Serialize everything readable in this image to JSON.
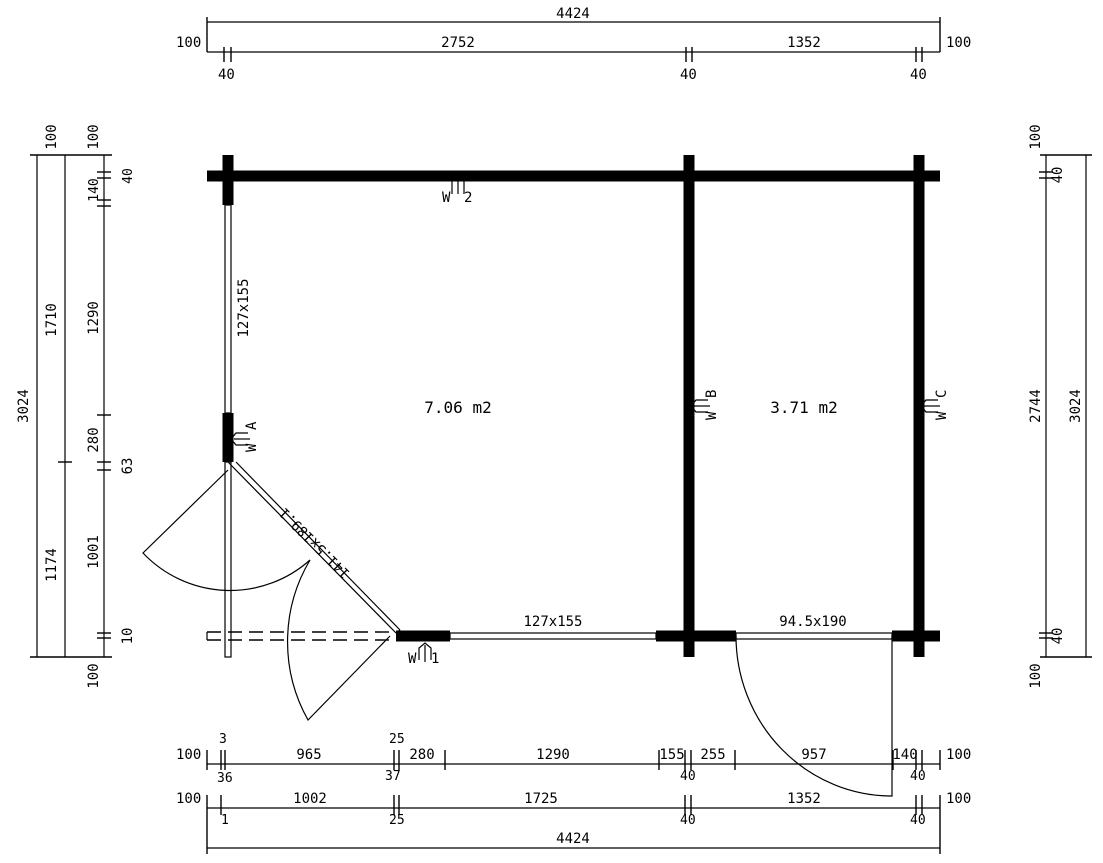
{
  "top_dims": {
    "overall": "4424",
    "left_margin": "100",
    "right_margin": "100",
    "seg_a": "2752",
    "seg_b": "1352",
    "post_left": "40",
    "post_mid": "40",
    "post_right": "40"
  },
  "bottom_dims": {
    "overall": "4424",
    "row1": {
      "left_margin": "100",
      "right_margin": "100",
      "a": "3",
      "b": "965",
      "c": "25",
      "d": "280",
      "e": "1290",
      "f": "155",
      "g": "255",
      "h": "957",
      "i": "140"
    },
    "row2": {
      "a": "36",
      "b": "37",
      "c": "40",
      "d": "40"
    },
    "row3": {
      "left_margin": "100",
      "right_margin": "100",
      "a": "1002",
      "b": "1725",
      "c": "1352"
    },
    "row4": {
      "a": "1",
      "b": "25",
      "c": "40",
      "d": "40"
    }
  },
  "left_dims": {
    "overall": "3024",
    "seg_upper": "1710",
    "seg_lower": "1174",
    "top_margin_a": "100",
    "top_margin_b": "100",
    "bottom_margin": "100",
    "w40": "40",
    "w140": "140",
    "w1290": "1290",
    "w280": "280",
    "w63": "63",
    "w1001": "1001",
    "w10": "10"
  },
  "right_dims": {
    "overall": "3024",
    "inner": "2744",
    "top_margin": "100",
    "bottom_margin": "100",
    "top_post": "40",
    "bottom_post": "40"
  },
  "plan": {
    "room_left_area": "7.06 m2",
    "room_right_area": "3.71 m2",
    "window_left": "127x155",
    "window_bottom": "127x155",
    "door_right": "94.5x190",
    "door_diagonal": "141.5x189.1",
    "wall_labels": {
      "w1": "W1",
      "w2": "W2",
      "wa": "WA",
      "wb": "WB",
      "wc": "WC"
    }
  }
}
